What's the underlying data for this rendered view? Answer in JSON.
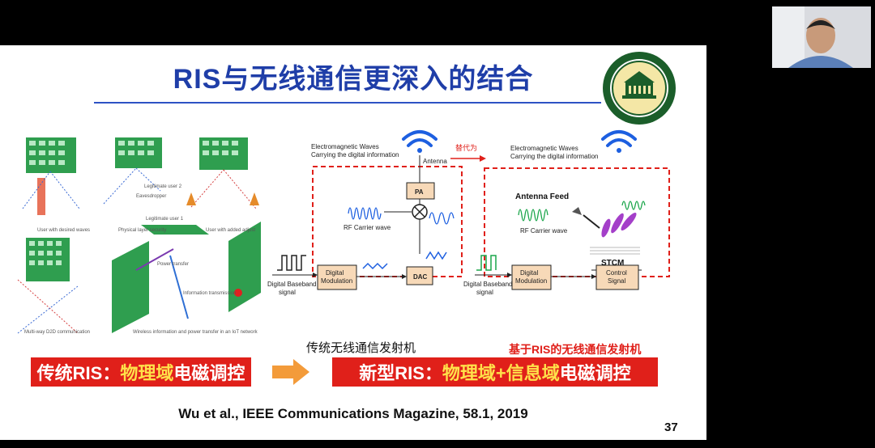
{
  "slide": {
    "title": "RIS与无线通信更深入的结合",
    "page_number": "37",
    "citation": "Wu et al., IEEE Communications Magazine, 58.1, 2019",
    "left_figure_captions": [
      "User with desired waves",
      "Physical layer security",
      "User with added adjust",
      "Multi-way D2D communication",
      "Wireless information and power transfer in an IoT network"
    ],
    "left_figure_labels": {
      "legit1": "Legitimate user 1",
      "legit2": "Legitimate user 2",
      "eavesdropper": "Eavesdropper",
      "power": "Power transfer",
      "info": "Information transmission"
    },
    "diagram": {
      "em_waves_left": [
        "Electromagnetic Waves",
        "Carrying the digital information"
      ],
      "em_waves_right": [
        "Electromagnetic Waves",
        "Carrying the digital information"
      ],
      "replace_label": "替代为",
      "antenna": "Antenna",
      "pa": "PA",
      "rf_carrier_left": "RF Carrier wave",
      "digital_baseband_left": [
        "Digital Baseband",
        "signal"
      ],
      "digital_modulation_left": [
        "Digital",
        "Modulation"
      ],
      "dac": "DAC",
      "antenna_feed": "Antenna Feed",
      "rf_carrier_right": "RF Carrier wave",
      "stcm": "STCM",
      "digital_baseband_right": [
        "Digital Baseband",
        "signal"
      ],
      "digital_modulation_right": [
        "Digital",
        "Modulation"
      ],
      "control_signal": [
        "Control",
        "Signal"
      ]
    },
    "label_traditional_tx": "传统无线通信发射机",
    "label_ris_tx": "基于RIS的无线通信发射机",
    "bar_traditional": {
      "prefix": "传统RIS：",
      "highlight": "物理域",
      "suffix": "电磁调控"
    },
    "bar_new": {
      "prefix": "新型RIS：",
      "highlight": "物理域+信息域",
      "suffix": "电磁调控"
    },
    "colors": {
      "title": "#1f3ea8",
      "accent_red": "#e0201a",
      "highlight_yellow": "#ffe14a",
      "arrow_orange": "#f39b3a"
    }
  }
}
